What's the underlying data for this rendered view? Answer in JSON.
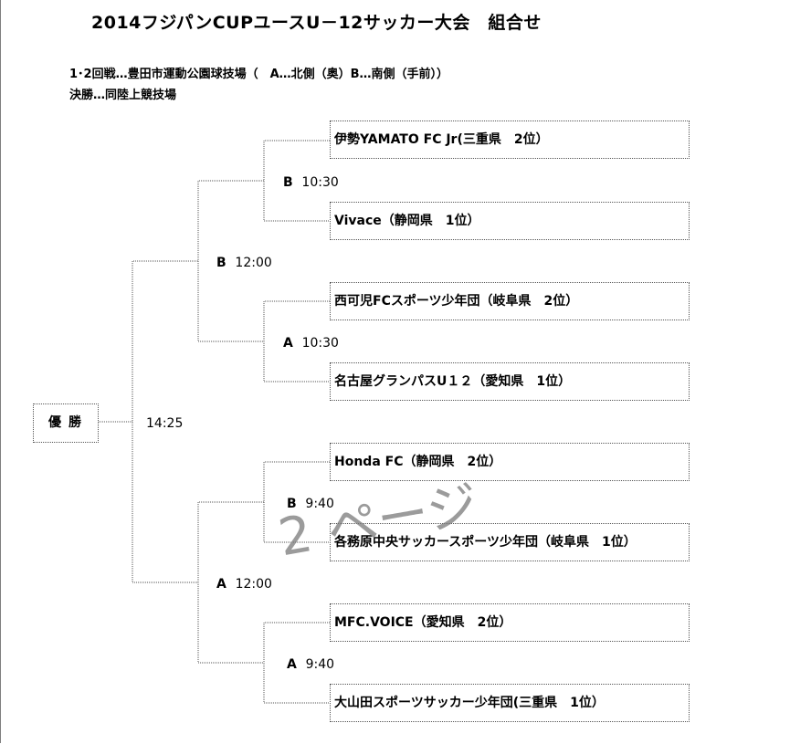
{
  "document": {
    "title": "2014フジパンCUPユースU－12サッカー大会　組合せ",
    "venue_line_1": "1･2回戦…豊田市運動公園球技場（　A…北側（奥）B…南側（手前））",
    "venue_line_2": "決勝…同陸上競技場"
  },
  "bracket": {
    "teams": [
      "伊勢YAMATO FC Jr(三重県　2位）",
      "Vivace（静岡県　1位）",
      "西可児FCスポーツ少年団（岐阜県　2位）",
      "名古屋グランパスU１２（愛知県　1位）",
      "Honda FC（静岡県　2位）",
      "各務原中央サッカースポーツ少年団（岐阜県　1位）",
      "MFC.VOICE（愛知県　2位）",
      "大山田スポーツサッカー少年団(三重県　1位）"
    ],
    "round1": [
      {
        "court": "B",
        "time": "10:30"
      },
      {
        "court": "A",
        "time": "10:30"
      },
      {
        "court": "B",
        "time": "9:40"
      },
      {
        "court": "A",
        "time": "9:40"
      }
    ],
    "round2": [
      {
        "court": "B",
        "time": "12:00"
      },
      {
        "court": "A",
        "time": "12:00"
      }
    ],
    "final_time": "14:25",
    "champion_label": "優勝"
  },
  "watermark": "2 ページ"
}
